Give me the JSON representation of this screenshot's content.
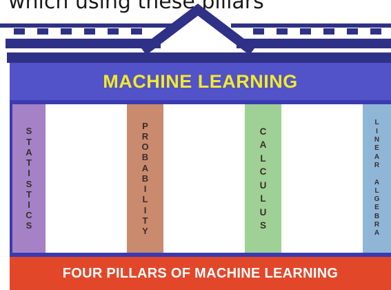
{
  "caption": "which using these pillars",
  "banner": {
    "title": "MACHINE LEARNING"
  },
  "pillars": [
    {
      "label": "STATISTICS",
      "color": "#a482c5"
    },
    {
      "label": "PROBABILITY",
      "color": "#c98a6e"
    },
    {
      "label": "CALCULUS",
      "color": "#9fd196"
    },
    {
      "label": "LINEAR ALGEBRA",
      "color": "#8fb6d7"
    }
  ],
  "footer": {
    "title": "FOUR PILLARS OF MACHINE LEARNING"
  },
  "colors": {
    "frame": "#3a3ab1",
    "banner": "#5252c9",
    "banner_text": "#f2ea2c",
    "footer": "#e2472a"
  }
}
